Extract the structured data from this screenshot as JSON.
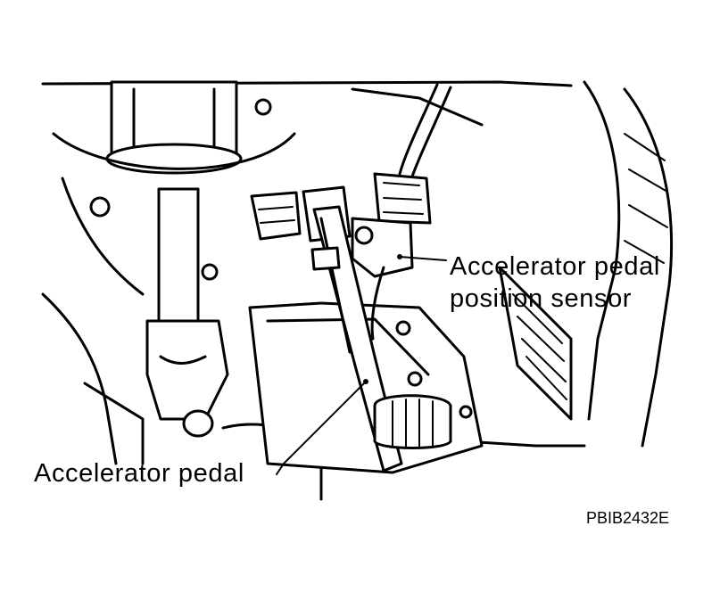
{
  "labels": {
    "sensor_line1": "Accelerator pedal",
    "sensor_line2": "position sensor",
    "pedal": "Accelerator pedal"
  },
  "figure_code": "PBIB2432E",
  "colors": {
    "line": "#000000",
    "background": "#ffffff"
  }
}
